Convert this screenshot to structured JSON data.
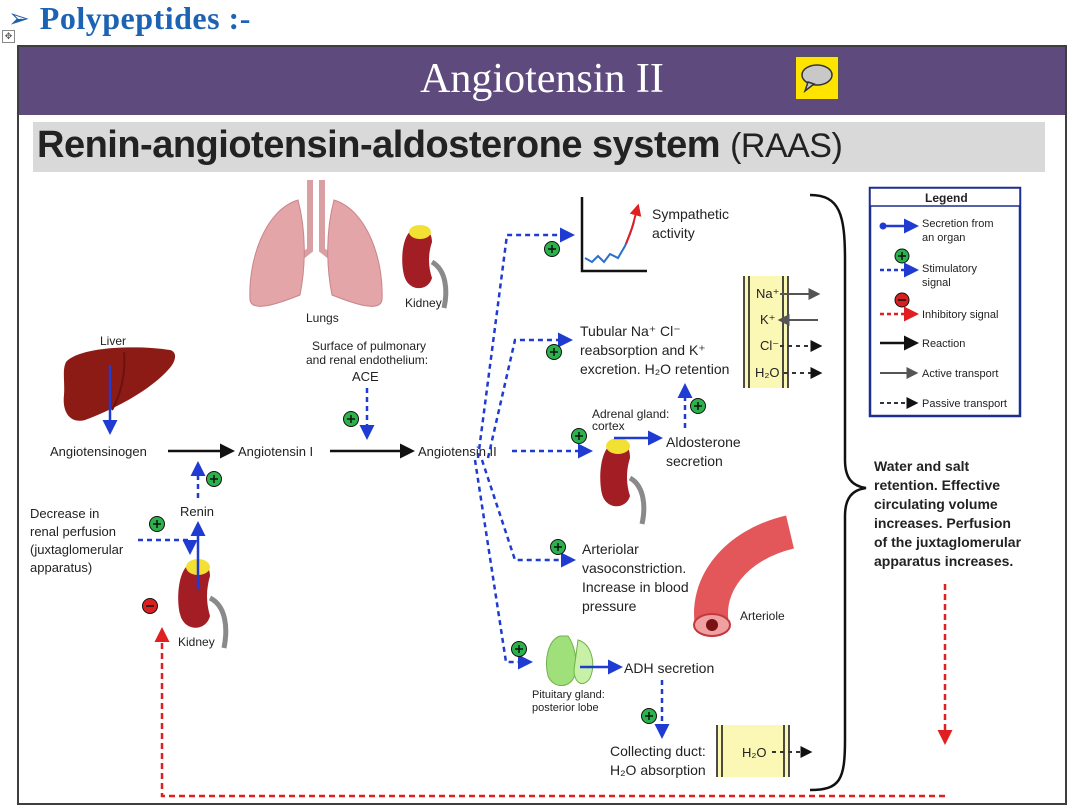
{
  "slide": {
    "heading": "Polypeptides :-",
    "banner_title": "Angiotensin II",
    "diagram_title": "Renin-angiotensin-aldosterone system",
    "diagram_title_abbrev": "(RAAS)"
  },
  "diagram": {
    "organs": {
      "lungs": "Lungs",
      "kidney_top": "Kidney",
      "liver": "Liver",
      "kidney_bottom": "Kidney",
      "arteriole": "Arteriole",
      "pituitary_line1": "Pituitary gland:",
      "pituitary_line2": "posterior lobe",
      "adrenal_line1": "Adrenal gland:",
      "adrenal_line2": "cortex"
    },
    "nodes": {
      "angiotensinogen": "Angiotensinogen",
      "angiotensin1": "Angiotensin I",
      "angiotensin2": "Angiotensin II",
      "renin": "Renin",
      "ace": "ACE",
      "endothelium_line1": "Surface of pulmonary",
      "endothelium_line2": "and renal endothelium:",
      "perfusion": [
        "Decrease in",
        "renal perfusion",
        "(juxtaglomerular",
        "apparatus)"
      ]
    },
    "effects": {
      "sympathetic": [
        "Sympathetic",
        "activity"
      ],
      "tubular": [
        "Tubular Na⁺ Cl⁻",
        "reabsorption and K⁺",
        "excretion. H₂O retention"
      ],
      "aldosterone": [
        "Aldosterone",
        "secretion"
      ],
      "arteriolar": [
        "Arteriolar",
        "vasoconstriction.",
        "Increase in blood",
        "pressure"
      ],
      "adh": "ADH secretion",
      "collecting": [
        "Collecting duct:",
        "H₂O absorption"
      ],
      "water_salt": [
        "Water and salt",
        "retention. Effective",
        "circulating volume",
        "increases. Perfusion",
        "of the juxtaglomerular",
        "apparatus increases."
      ]
    },
    "ions": {
      "na": "Na⁺",
      "k": "K⁺",
      "cl": "Cl⁻",
      "h2o": "H₂O",
      "h2o_collecting": "H₂O"
    },
    "legend": {
      "title": "Legend",
      "items": [
        {
          "label": [
            "Secretion from",
            "an organ"
          ],
          "kind": "secretion"
        },
        {
          "label": [
            "Stimulatory",
            "signal"
          ],
          "kind": "stimulatory"
        },
        {
          "label": [
            "Inhibitory signal"
          ],
          "kind": "inhibitory"
        },
        {
          "label": [
            "Reaction"
          ],
          "kind": "reaction"
        },
        {
          "label": [
            "Active transport"
          ],
          "kind": "active"
        },
        {
          "label": [
            "Passive transport"
          ],
          "kind": "passive"
        }
      ]
    },
    "colors": {
      "secretion": "#1f3bd1",
      "stimulatory": "#1f3bd1",
      "inhibitory": "#e02020",
      "reaction": "#111111",
      "plus_fill": "#2bb24c",
      "minus_fill": "#d92020",
      "kidney": "#a31d25",
      "lungs": "#e3a5a8",
      "liver": "#8c1b16"
    }
  }
}
